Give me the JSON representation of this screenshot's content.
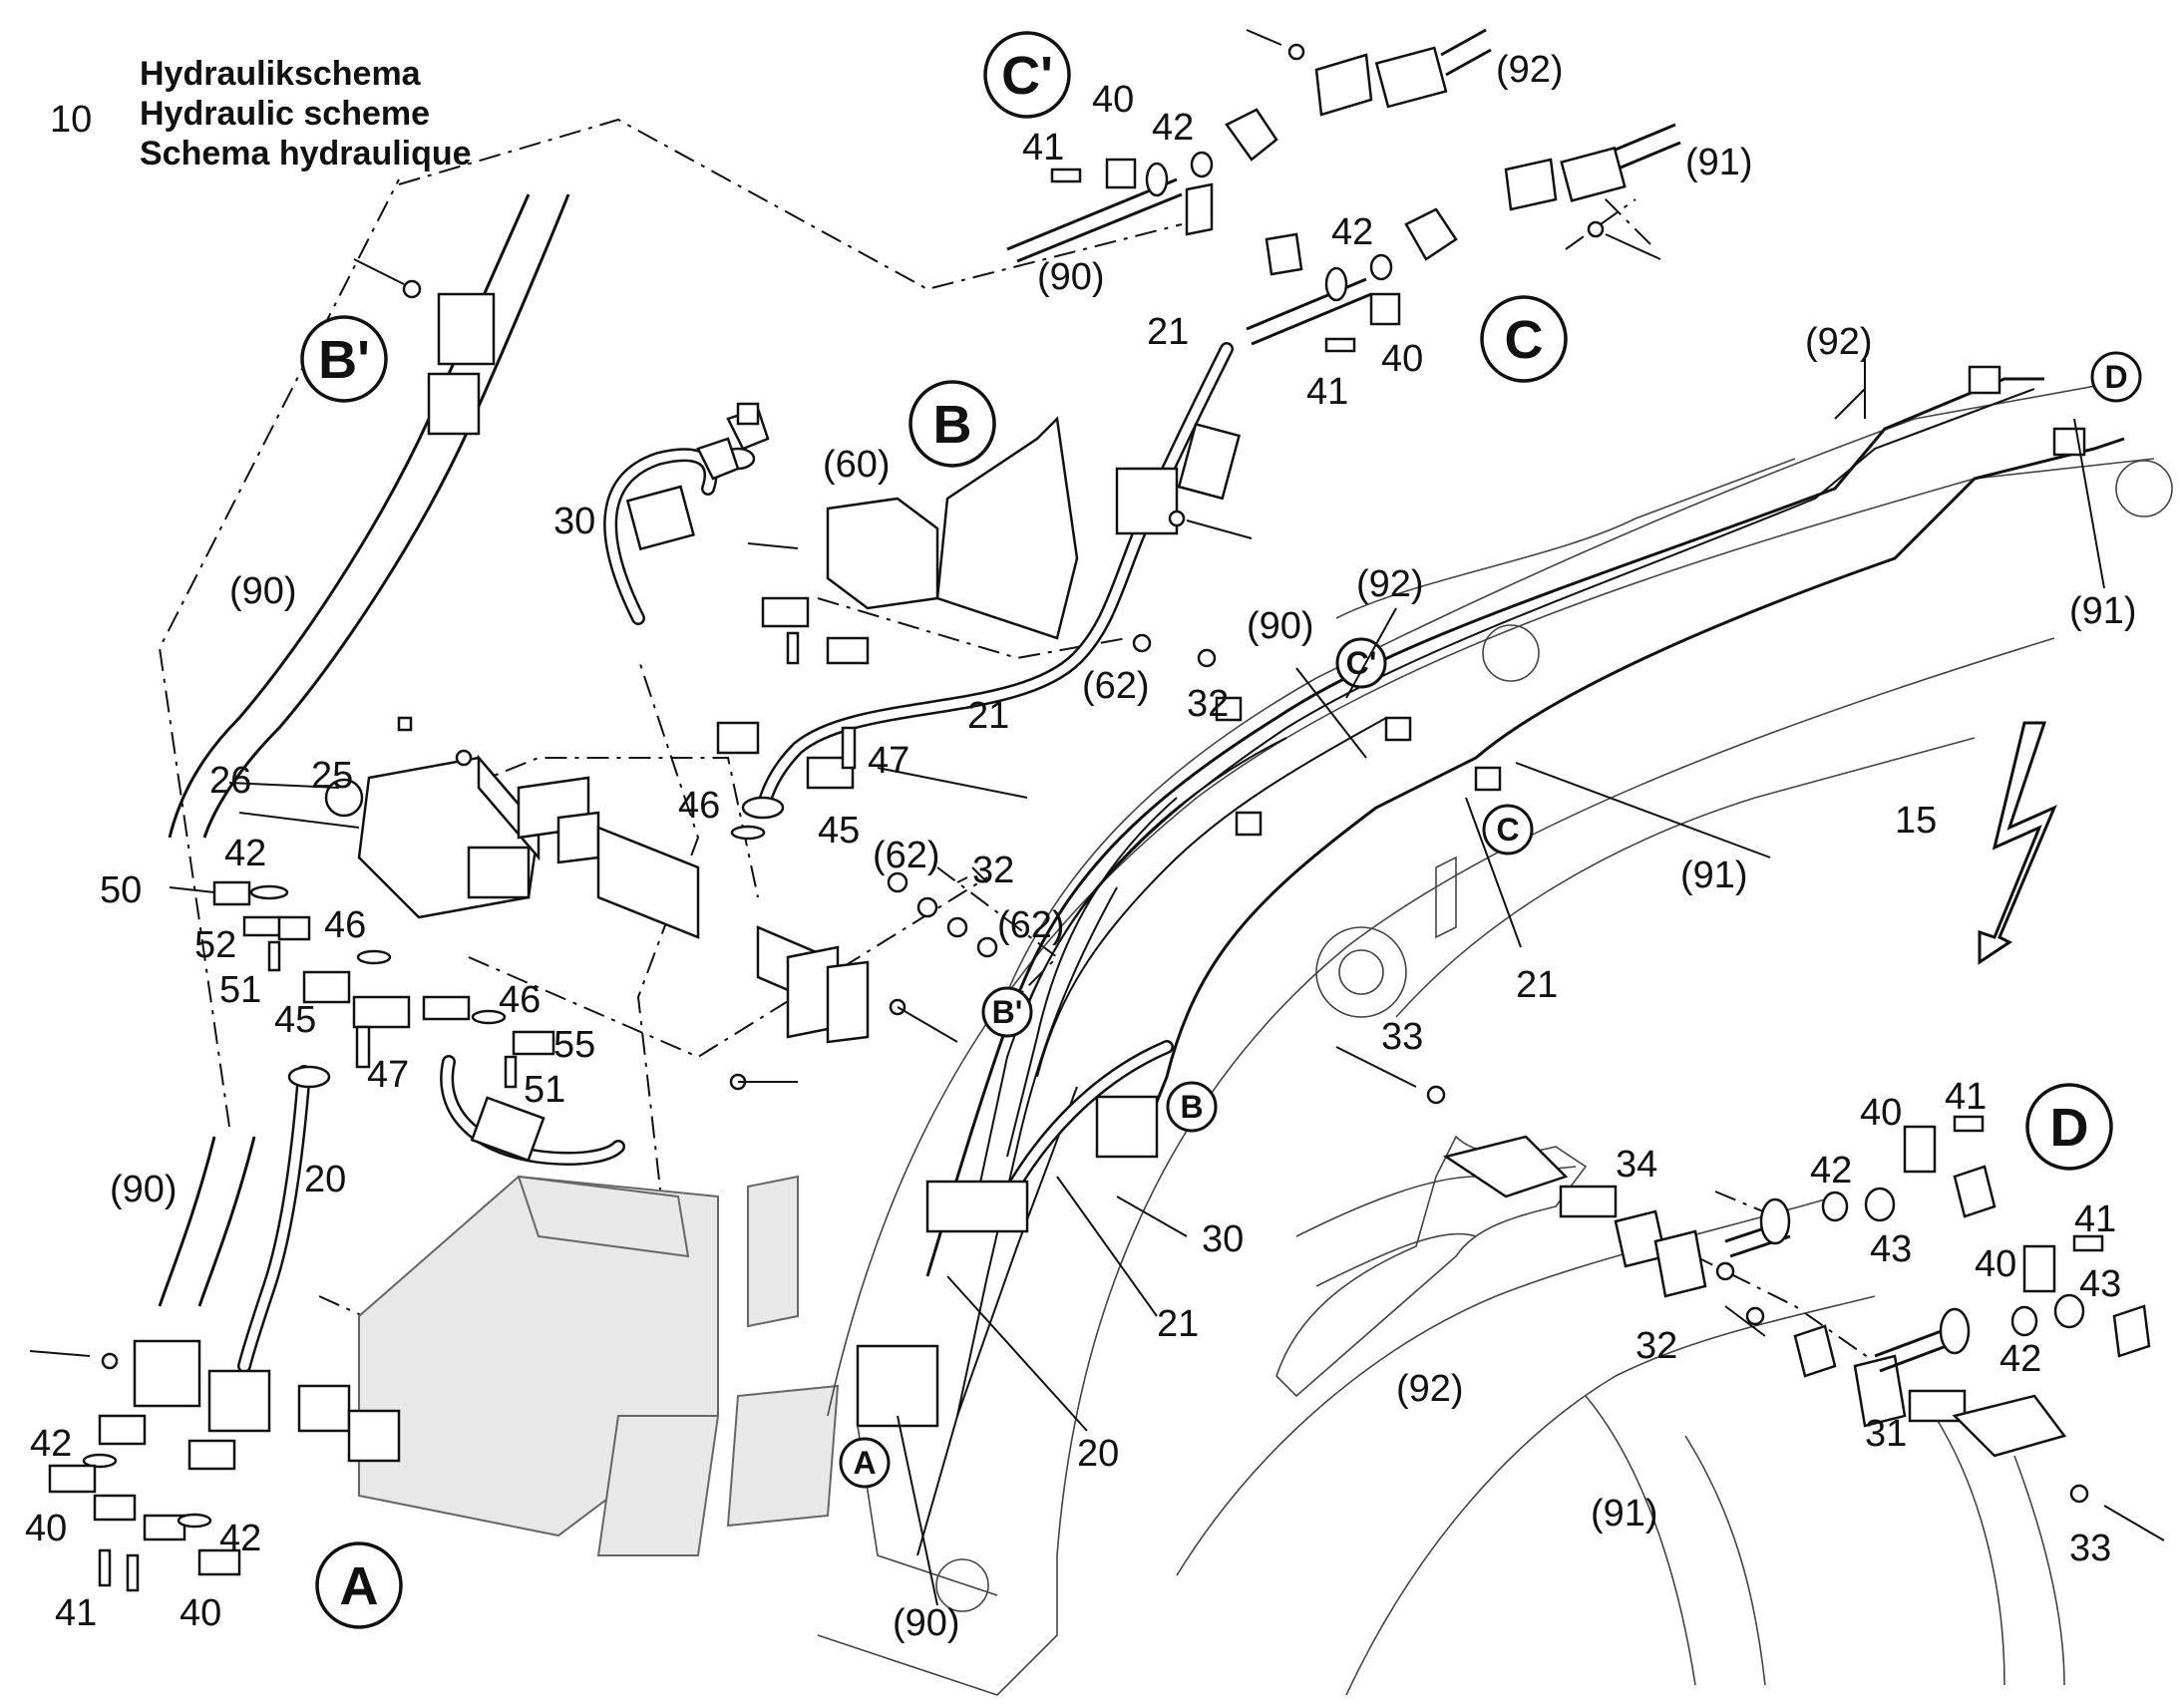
{
  "header": {
    "section_number": "10",
    "title_de": "Hydraulikschema",
    "title_en": "Hydraulic scheme",
    "title_fr": "Schema hydraulique"
  },
  "details": {
    "A": "A",
    "B": "B",
    "C": "C",
    "C_prime": "C'",
    "B_prime": "B'",
    "D": "D"
  },
  "callouts": {
    "c10": "10",
    "c15": "15",
    "c20": "20",
    "c21": "21",
    "c25": "25",
    "c26": "26",
    "c30": "30",
    "c31": "31",
    "c32": "32",
    "c33": "33",
    "c34": "34",
    "c40": "40",
    "c41": "41",
    "c42": "42",
    "c43": "43",
    "c45": "45",
    "c46": "46",
    "c47": "47",
    "c50": "50",
    "c51": "51",
    "c52": "52",
    "c55": "55",
    "c60": "(60)",
    "c62": "(62)",
    "c90": "(90)",
    "c91": "(91)",
    "c92": "(92)"
  },
  "colors": {
    "line": "#111111",
    "background": "#ffffff",
    "fill_grey": "#e8e8e8"
  }
}
